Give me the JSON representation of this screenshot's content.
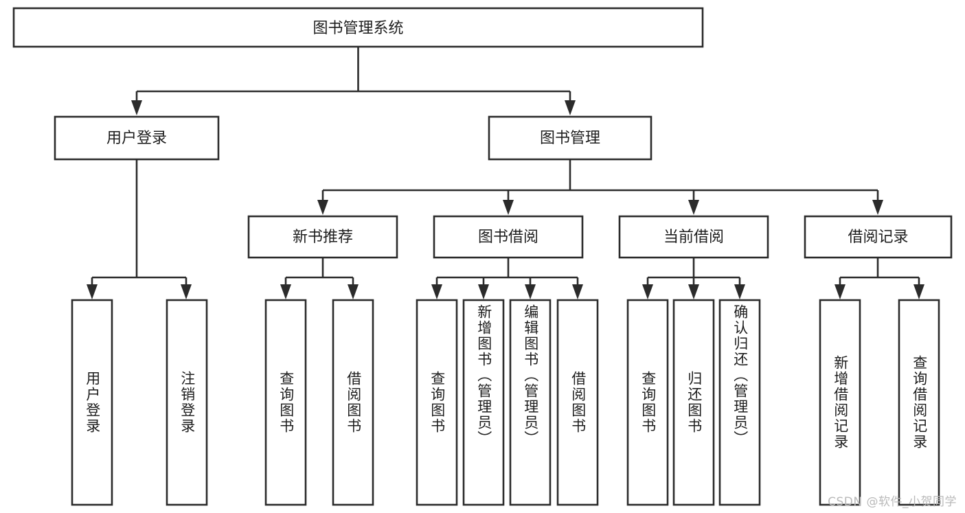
{
  "diagram": {
    "type": "tree",
    "title": "图书管理系统",
    "root": {
      "id": "root",
      "label": "图书管理系统",
      "orientation": "horizontal"
    },
    "level2": [
      {
        "id": "user-login",
        "label": "用户登录",
        "orientation": "horizontal"
      },
      {
        "id": "book-manage",
        "label": "图书管理",
        "orientation": "horizontal"
      }
    ],
    "level3": [
      {
        "id": "new-book-recommend",
        "label": "新书推荐",
        "orientation": "horizontal",
        "parent": "book-manage"
      },
      {
        "id": "book-borrow",
        "label": "图书借阅",
        "orientation": "horizontal",
        "parent": "book-manage"
      },
      {
        "id": "current-borrow",
        "label": "当前借阅",
        "orientation": "horizontal",
        "parent": "book-manage"
      },
      {
        "id": "borrow-record",
        "label": "借阅记录",
        "orientation": "horizontal",
        "parent": "book-manage"
      }
    ],
    "leaves": [
      {
        "id": "leaf-user-login",
        "label": "用户登录",
        "parent": "user-login",
        "orientation": "vertical"
      },
      {
        "id": "leaf-user-logout",
        "label": "注销登录",
        "parent": "user-login",
        "orientation": "vertical"
      },
      {
        "id": "leaf-query-book-1",
        "label": "查询图书",
        "parent": "new-book-recommend",
        "orientation": "vertical"
      },
      {
        "id": "leaf-borrow-book-1",
        "label": "借阅图书",
        "parent": "new-book-recommend",
        "orientation": "vertical"
      },
      {
        "id": "leaf-query-book-2",
        "label": "查询图书",
        "parent": "book-borrow",
        "orientation": "vertical"
      },
      {
        "id": "leaf-add-book",
        "label": "新增图书（管理员）",
        "parent": "book-borrow",
        "orientation": "vertical"
      },
      {
        "id": "leaf-edit-book",
        "label": "编辑图书（管理员）",
        "parent": "book-borrow",
        "orientation": "vertical"
      },
      {
        "id": "leaf-borrow-book-2",
        "label": "借阅图书",
        "parent": "book-borrow",
        "orientation": "vertical"
      },
      {
        "id": "leaf-query-book-3",
        "label": "查询图书",
        "parent": "current-borrow",
        "orientation": "vertical"
      },
      {
        "id": "leaf-return-book",
        "label": "归还图书",
        "parent": "current-borrow",
        "orientation": "vertical"
      },
      {
        "id": "leaf-confirm-return",
        "label": "确认归还（管理员）",
        "parent": "current-borrow",
        "orientation": "vertical"
      },
      {
        "id": "leaf-add-record",
        "label": "新增借阅记录",
        "parent": "borrow-record",
        "orientation": "vertical"
      },
      {
        "id": "leaf-query-record",
        "label": "查询借阅记录",
        "parent": "borrow-record",
        "orientation": "vertical"
      }
    ],
    "colors": {
      "stroke": "#2b2b2b",
      "fill": "#ffffff",
      "text": "#1d1d1d",
      "background": "#ffffff",
      "watermark": "#b9b9b9"
    }
  },
  "watermark": {
    "text": "CSDN @软件_小贺同学"
  }
}
